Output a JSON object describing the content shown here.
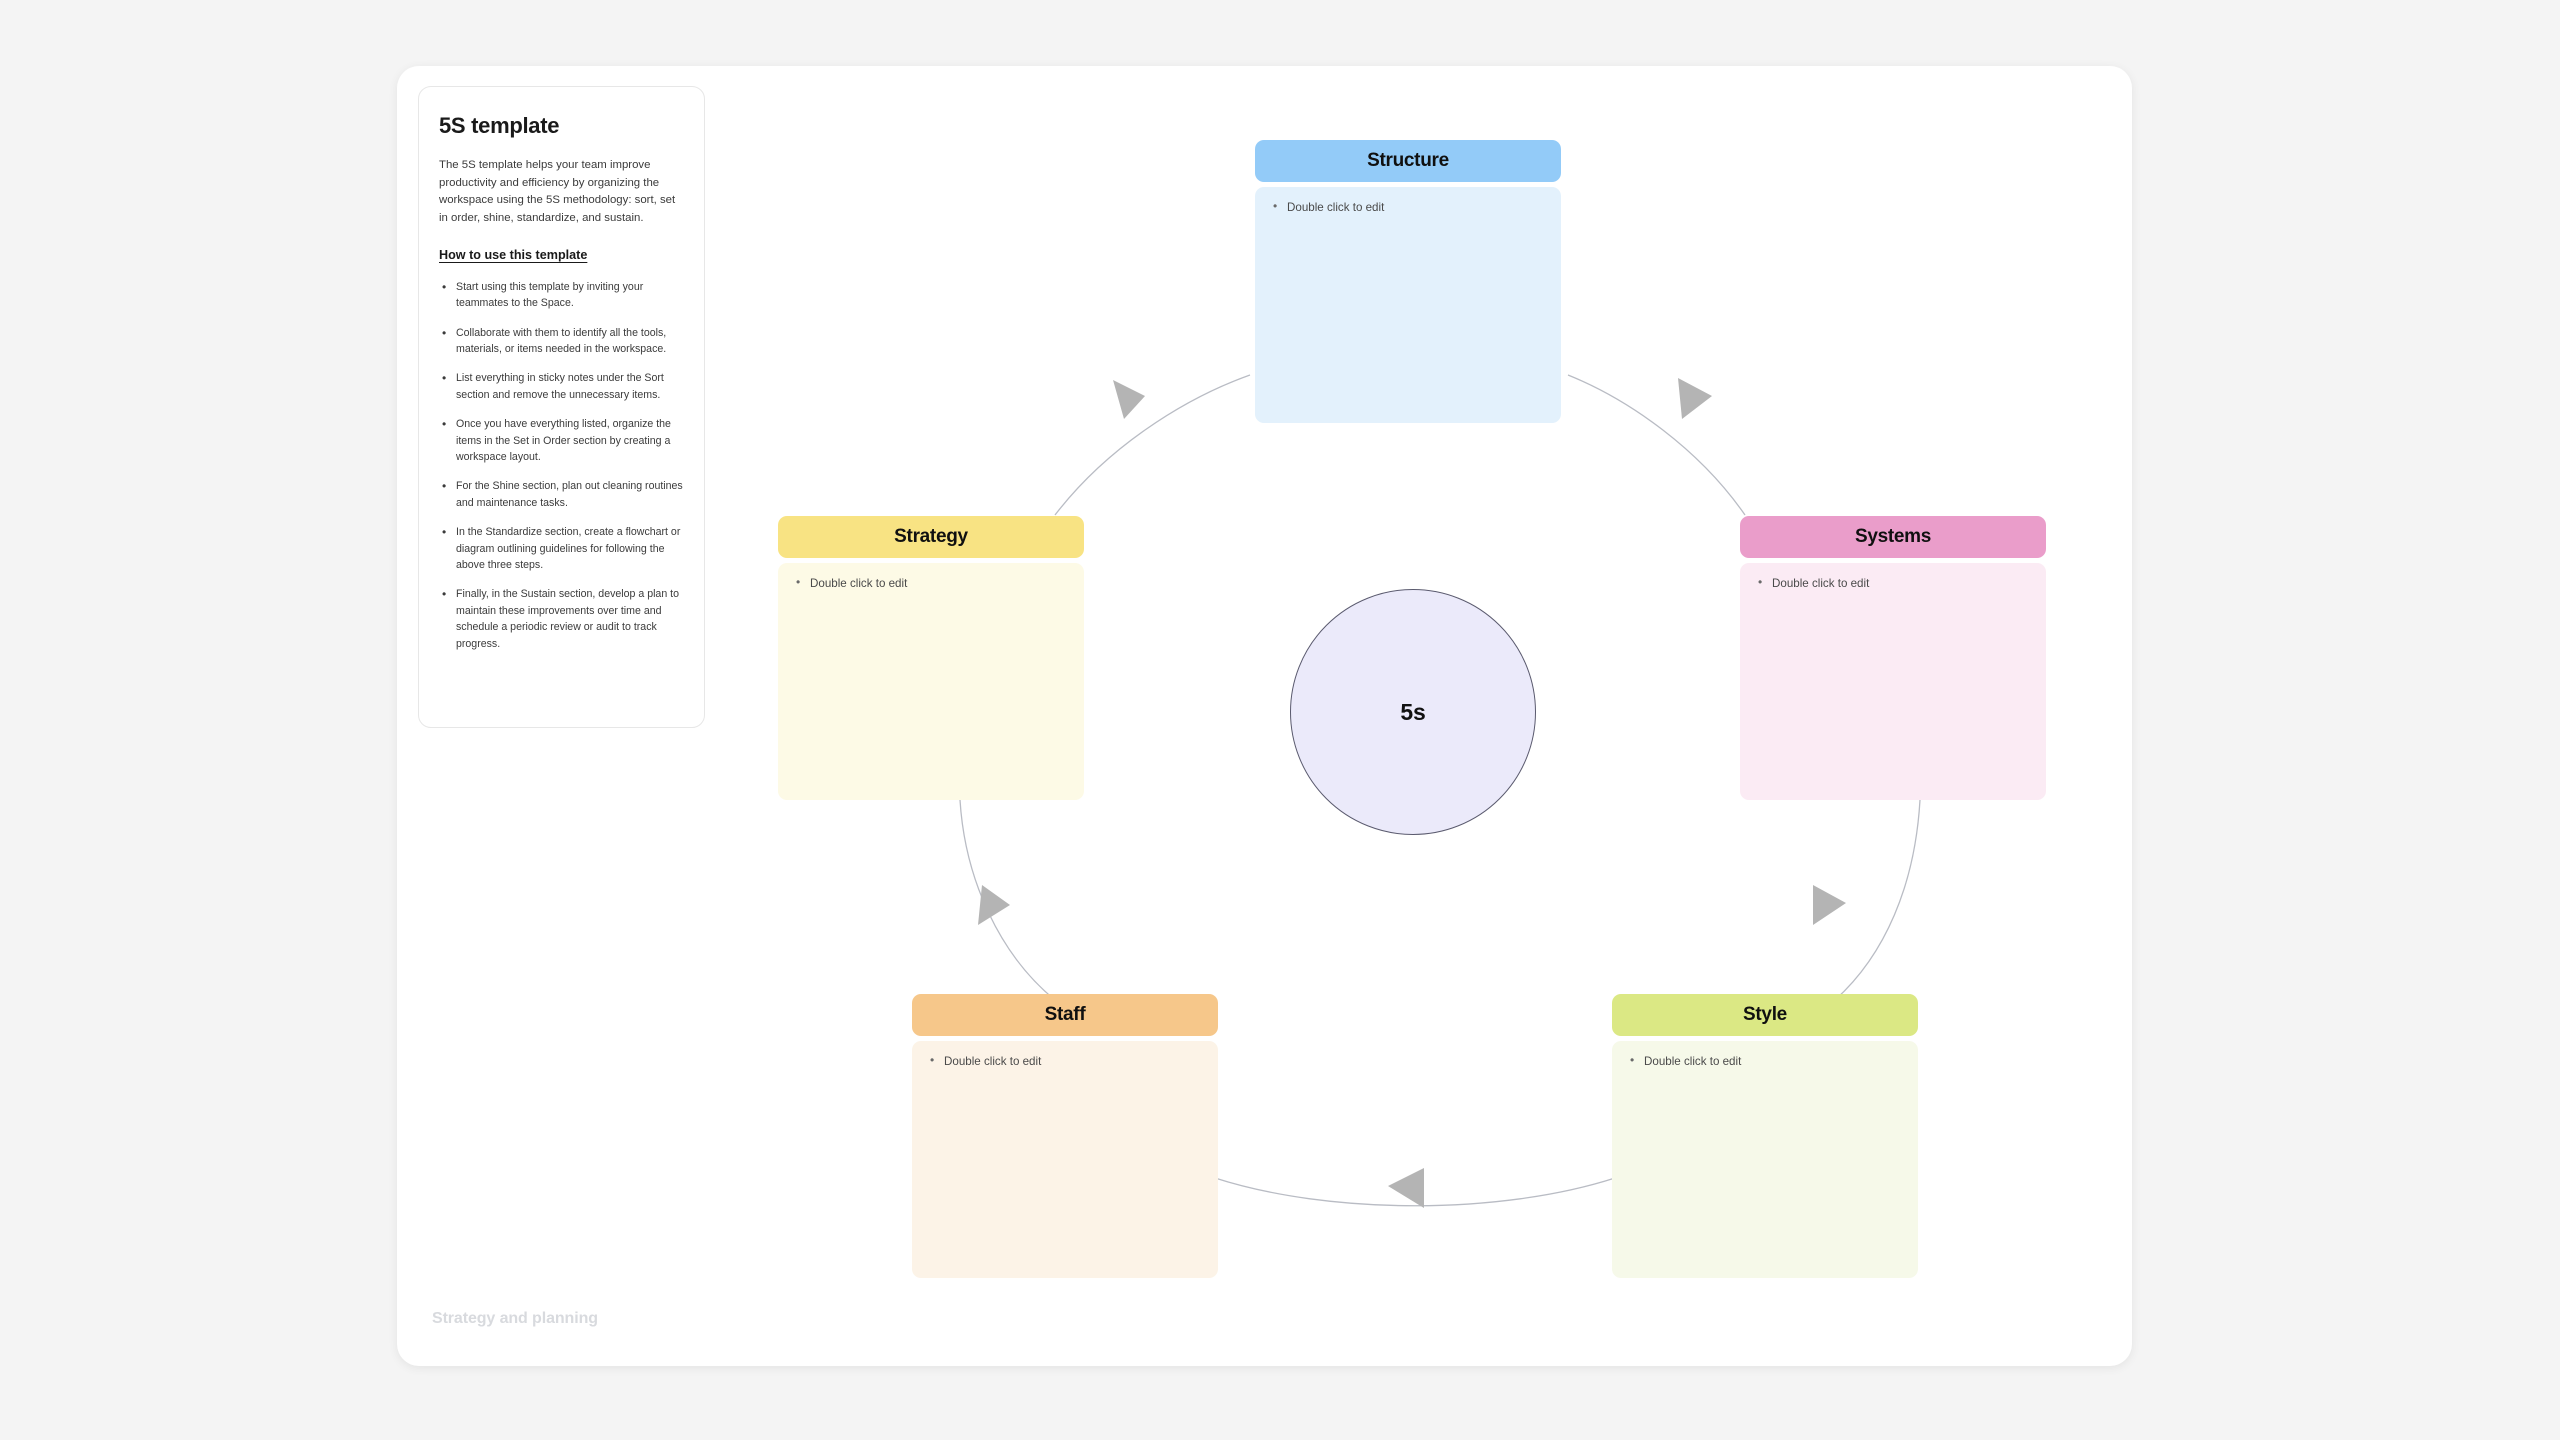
{
  "canvas": {
    "background_color": "#f4f4f4",
    "surface_color": "#ffffff"
  },
  "info_panel": {
    "title": "5S template",
    "description": "The 5S template helps your team improve productivity and efficiency by organizing the workspace using the 5S methodology: sort, set in order, shine, standardize, and sustain.",
    "subtitle": "How to use this template",
    "steps": [
      "Start using this template by inviting your teammates to the Space.",
      "Collaborate with them to identify all the tools, materials, or items needed in the workspace.",
      "List everything in sticky notes under the Sort section and remove the unnecessary items.",
      "Once you have everything listed, organize the items in the Set in Order section by creating a workspace layout.",
      "For the Shine section, plan out cleaning routines and maintenance tasks.",
      "In the Standardize section, create a flowchart or diagram outlining guidelines for following the above three steps.",
      "Finally, in the Sustain section, develop a plan to maintain these improvements over time and schedule a periodic review or audit to track progress."
    ]
  },
  "diagram": {
    "center": {
      "label": "5s",
      "fill_color": "#ebeafa",
      "border_color": "#5a5a6e"
    },
    "arrow_color": "#b4b4b4",
    "line_color": "#b9bcc4",
    "cards": [
      {
        "id": "structure",
        "title": "Structure",
        "body_text": "Double click to edit",
        "header_color": "#93cbf8",
        "body_color": "#e3f1fc"
      },
      {
        "id": "strategy",
        "title": "Strategy",
        "body_text": "Double click to edit",
        "header_color": "#f8e383",
        "body_color": "#fdfae6"
      },
      {
        "id": "systems",
        "title": "Systems",
        "body_text": "Double click to edit",
        "header_color": "#ea9dca",
        "body_color": "#fbebf4"
      },
      {
        "id": "staff",
        "title": "Staff",
        "body_text": "Double click to edit",
        "header_color": "#f6c78a",
        "body_color": "#fcf3e7"
      },
      {
        "id": "style",
        "title": "Style",
        "body_text": "Double click to edit",
        "header_color": "#dbe884",
        "body_color": "#f6f9e9"
      }
    ]
  },
  "footer": {
    "label": "Strategy and planning"
  }
}
